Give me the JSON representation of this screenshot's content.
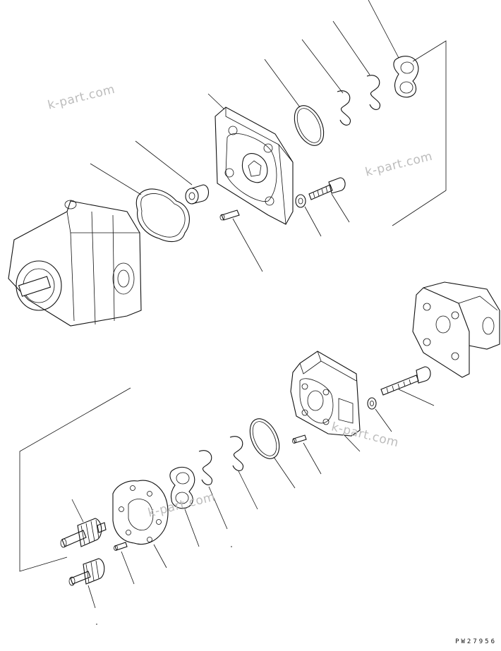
{
  "watermarks": [
    "k-part.com",
    "k-part.com",
    "k-part.com",
    "k-part.com"
  ],
  "drawing_code": "PW27956",
  "colors": {
    "line": "#111111",
    "watermark": "#bdbdbd",
    "background": "#ffffff"
  }
}
